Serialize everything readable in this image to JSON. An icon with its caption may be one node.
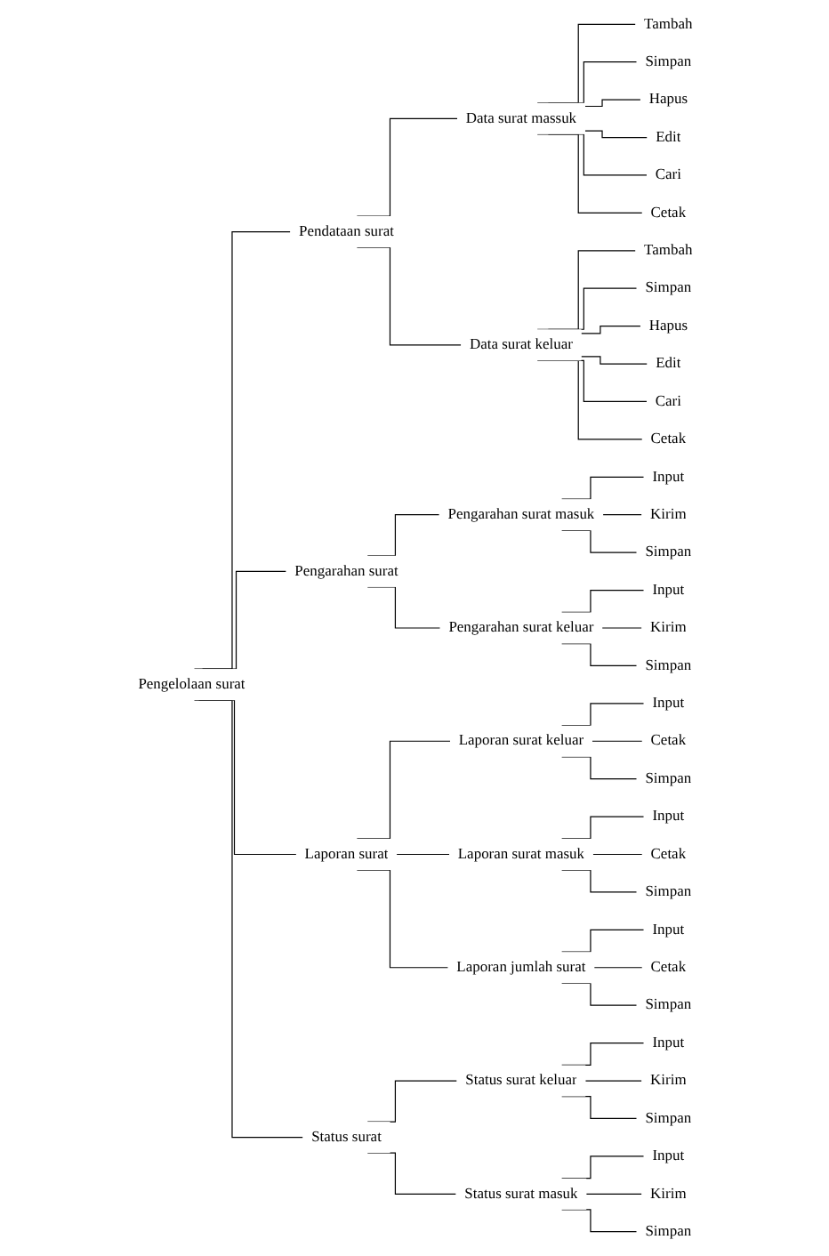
{
  "diagram": {
    "nodes": [
      {
        "text": [
          "Pengelolaan surat"
        ]
      },
      {
        "text": [
          "Pendataan surat"
        ]
      },
      {
        "text": [
          "Data surat massuk"
        ]
      },
      {
        "text": [
          "Tambah"
        ]
      },
      {
        "text": [
          "Simpan"
        ]
      },
      {
        "text": [
          "Hapus"
        ]
      },
      {
        "text": [
          "Edit"
        ]
      },
      {
        "text": [
          "Cari"
        ]
      },
      {
        "text": [
          "Cetak"
        ]
      },
      {
        "text": [
          "Data surat keluar"
        ]
      },
      {
        "text": [
          "Tambah"
        ]
      },
      {
        "text": [
          "Simpan"
        ]
      },
      {
        "text": [
          "Hapus"
        ]
      },
      {
        "text": [
          "Edit"
        ]
      },
      {
        "text": [
          "Cari"
        ]
      },
      {
        "text": [
          "Cetak"
        ]
      },
      {
        "text": [
          "Pengarahan surat"
        ]
      },
      {
        "text": [
          "Pengarahan surat masuk"
        ]
      },
      {
        "text": [
          "Input"
        ]
      },
      {
        "text": [
          "Kirim"
        ]
      },
      {
        "text": [
          "Simpan"
        ]
      },
      {
        "text": [
          "Pengarahan surat keluar"
        ]
      },
      {
        "text": [
          "Input"
        ]
      },
      {
        "text": [
          "Kirim"
        ]
      },
      {
        "text": [
          "Simpan"
        ]
      },
      {
        "text": [
          "Laporan surat"
        ]
      },
      {
        "text": [
          "Laporan surat keluar"
        ]
      },
      {
        "text": [
          "Input"
        ]
      },
      {
        "text": [
          "Cetak"
        ]
      },
      {
        "text": [
          "Simpan"
        ]
      },
      {
        "text": [
          "Laporan surat masuk"
        ]
      },
      {
        "text": [
          "Input"
        ]
      },
      {
        "text": [
          "Cetak"
        ]
      },
      {
        "text": [
          "Simpan"
        ]
      },
      {
        "text": [
          "Laporan jumlah surat"
        ]
      },
      {
        "text": [
          "Input"
        ]
      },
      {
        "text": [
          "Cetak"
        ]
      },
      {
        "text": [
          "Simpan"
        ]
      },
      {
        "text": [
          "Status surat"
        ]
      },
      {
        "text": [
          "Status surat keluar"
        ]
      },
      {
        "text": [
          "Input"
        ]
      },
      {
        "text": [
          "Kirim"
        ]
      },
      {
        "text": [
          "Simpan"
        ]
      },
      {
        "text": [
          "Status surat masuk"
        ]
      },
      {
        "text": [
          "Input"
        ]
      },
      {
        "text": [
          "Kirim"
        ]
      },
      {
        "text": [
          "Simpan"
        ]
      }
    ],
    "edges": [
      {
        "from": 0,
        "to": 1,
        "arrow": "none"
      },
      {
        "from": 1,
        "to": 2,
        "arrow": "none"
      },
      {
        "from": 2,
        "to": 3,
        "arrow": "none"
      },
      {
        "from": 2,
        "to": 4,
        "arrow": "none"
      },
      {
        "from": 2,
        "to": 5,
        "arrow": "none"
      },
      {
        "from": 2,
        "to": 6,
        "arrow": "none"
      },
      {
        "from": 2,
        "to": 7,
        "arrow": "none"
      },
      {
        "from": 2,
        "to": 8,
        "arrow": "none"
      },
      {
        "from": 1,
        "to": 9,
        "arrow": "none"
      },
      {
        "from": 9,
        "to": 10,
        "arrow": "none"
      },
      {
        "from": 9,
        "to": 11,
        "arrow": "none"
      },
      {
        "from": 9,
        "to": 12,
        "arrow": "none"
      },
      {
        "from": 9,
        "to": 13,
        "arrow": "none"
      },
      {
        "from": 9,
        "to": 14,
        "arrow": "none"
      },
      {
        "from": 9,
        "to": 15,
        "arrow": "none"
      },
      {
        "from": 0,
        "to": 16,
        "arrow": "none"
      },
      {
        "from": 16,
        "to": 17,
        "arrow": "none"
      },
      {
        "from": 17,
        "to": 18,
        "arrow": "none"
      },
      {
        "from": 17,
        "to": 19,
        "arrow": "none"
      },
      {
        "from": 17,
        "to": 20,
        "arrow": "none"
      },
      {
        "from": 16,
        "to": 21,
        "arrow": "none"
      },
      {
        "from": 21,
        "to": 22,
        "arrow": "none"
      },
      {
        "from": 21,
        "to": 23,
        "arrow": "none"
      },
      {
        "from": 21,
        "to": 24,
        "arrow": "none"
      },
      {
        "from": 0,
        "to": 25,
        "arrow": "none"
      },
      {
        "from": 25,
        "to": 26,
        "arrow": "none"
      },
      {
        "from": 26,
        "to": 27,
        "arrow": "none"
      },
      {
        "from": 26,
        "to": 28,
        "arrow": "none"
      },
      {
        "from": 26,
        "to": 29,
        "arrow": "none"
      },
      {
        "from": 25,
        "to": 30,
        "arrow": "none"
      },
      {
        "from": 30,
        "to": 31,
        "arrow": "none"
      },
      {
        "from": 30,
        "to": 32,
        "arrow": "none"
      },
      {
        "from": 30,
        "to": 33,
        "arrow": "none"
      },
      {
        "from": 25,
        "to": 34,
        "arrow": "none"
      },
      {
        "from": 34,
        "to": 35,
        "arrow": "none"
      },
      {
        "from": 34,
        "to": 36,
        "arrow": "none"
      },
      {
        "from": 34,
        "to": 37,
        "arrow": "none"
      },
      {
        "from": 0,
        "to": 38,
        "arrow": "none"
      },
      {
        "from": 38,
        "to": 39,
        "arrow": "none"
      },
      {
        "from": 39,
        "to": 40,
        "arrow": "none"
      },
      {
        "from": 39,
        "to": 41,
        "arrow": "none"
      },
      {
        "from": 39,
        "to": 42,
        "arrow": "none"
      },
      {
        "from": 38,
        "to": 43,
        "arrow": "none"
      },
      {
        "from": 43,
        "to": 44,
        "arrow": "none"
      },
      {
        "from": 43,
        "to": 45,
        "arrow": "none"
      },
      {
        "from": 43,
        "to": 46,
        "arrow": "none"
      }
    ]
  }
}
